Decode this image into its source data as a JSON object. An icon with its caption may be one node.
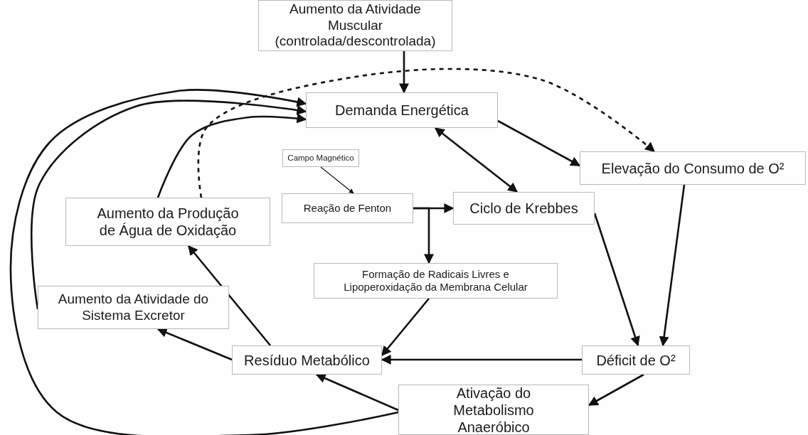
{
  "diagram": {
    "nodes": [
      {
        "text": [
          "Aumento da Atividade Muscular (controlada/descontrolada)"
        ]
      },
      {
        "text": [
          "Demanda Energética"
        ]
      },
      {
        "text": [
          "Campo Magnético"
        ]
      },
      {
        "text": [
          "Elevação do Consumo de O²"
        ]
      },
      {
        "text": [
          "Reação de Fenton"
        ]
      },
      {
        "text": [
          "Ciclo de Krebbes"
        ]
      },
      {
        "text": [
          "Aumento da Produção de Água de Oxidação"
        ]
      },
      {
        "text": [
          "Formação de Radicais Livres e Lipoperoxidação da Membrana Celular"
        ]
      },
      {
        "text": [
          "Aumento da Atividade do Sistema Excretor"
        ]
      },
      {
        "text": [
          "Resíduo Metabólico"
        ]
      },
      {
        "text": [
          "Déficit de O²"
        ]
      },
      {
        "text": [
          "Ativação do Metabolismo Anaeróbico"
        ]
      }
    ],
    "edges": [
      {
        "from": 0,
        "to": 1,
        "arrow": "to"
      },
      {
        "from": 6,
        "to": 3,
        "arrow": "to",
        "style": "dashed"
      },
      {
        "from": 1,
        "to": 3,
        "arrow": "to"
      },
      {
        "from": 1,
        "to": 5,
        "arrow": "both"
      },
      {
        "from": 2,
        "to": 4,
        "arrow": "to"
      },
      {
        "from": 4,
        "to": 5,
        "arrow": "to"
      },
      {
        "from": 4,
        "to": 7,
        "arrow": "to"
      },
      {
        "from": 5,
        "to": 10,
        "arrow": "to"
      },
      {
        "from": 3,
        "to": 10,
        "arrow": "to"
      },
      {
        "from": 7,
        "to": 9,
        "arrow": "to"
      },
      {
        "from": 10,
        "to": 9,
        "arrow": "to"
      },
      {
        "from": 9,
        "to": 8,
        "arrow": "to"
      },
      {
        "from": 11,
        "to": 9,
        "arrow": "to"
      },
      {
        "from": 10,
        "to": 11,
        "arrow": "to"
      },
      {
        "from": 9,
        "to": 6,
        "arrow": "to"
      },
      {
        "from": 6,
        "to": 1,
        "arrow": "to"
      },
      {
        "from": 8,
        "to": 1,
        "arrow": "to"
      },
      {
        "from": 11,
        "to": 1,
        "arrow": "to"
      }
    ]
  }
}
